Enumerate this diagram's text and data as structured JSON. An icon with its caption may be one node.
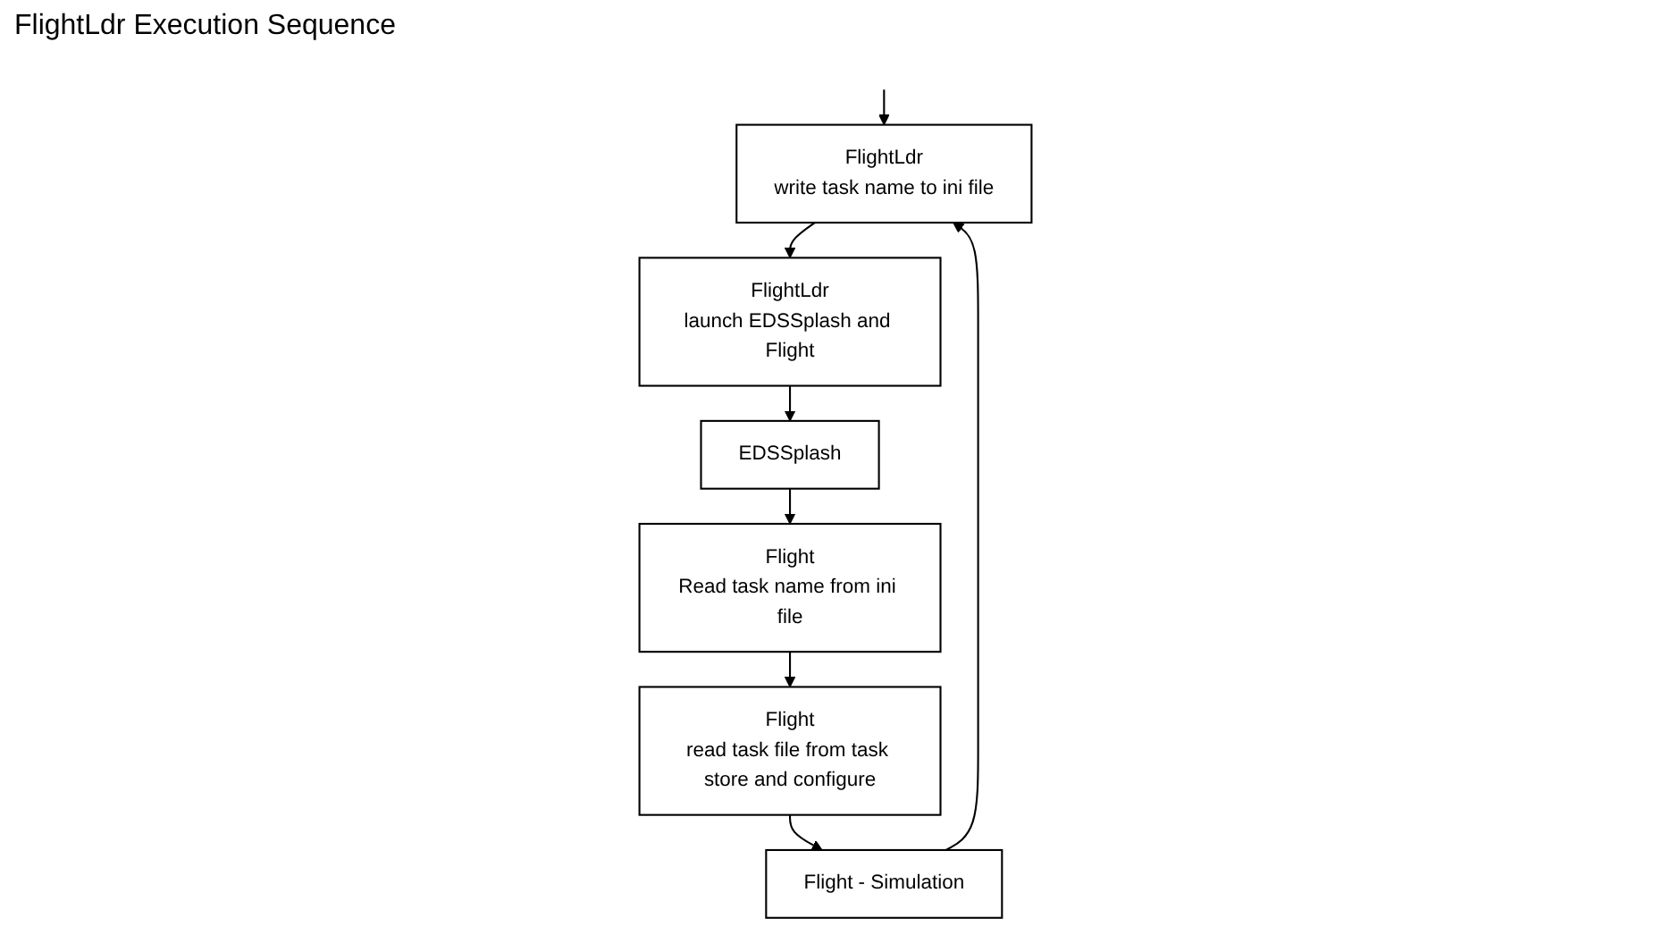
{
  "diagram": {
    "title": "FlightLdr Execution Sequence",
    "nodes": [
      {
        "text": [
          "FlightLdr",
          "write task name to ini file"
        ]
      },
      {
        "text": [
          "FlightLdr",
          "launch EDSSplash and Flight"
        ]
      },
      {
        "text": [
          "EDSSplash"
        ]
      },
      {
        "text": [
          "Flight",
          "Read task name from ini file"
        ]
      },
      {
        "text": [
          "Flight",
          "read task file from task store and configure"
        ]
      },
      {
        "text": [
          "Flight - Simulation"
        ]
      }
    ],
    "edges": [
      {
        "from": null,
        "to": 0,
        "arrow": "to"
      },
      {
        "from": 0,
        "to": 1,
        "arrow": "to"
      },
      {
        "from": 1,
        "to": 2,
        "arrow": "to"
      },
      {
        "from": 2,
        "to": 3,
        "arrow": "to"
      },
      {
        "from": 3,
        "to": 4,
        "arrow": "to"
      },
      {
        "from": 4,
        "to": 5,
        "arrow": "to"
      },
      {
        "from": 5,
        "to": 0,
        "arrow": "to"
      }
    ]
  }
}
